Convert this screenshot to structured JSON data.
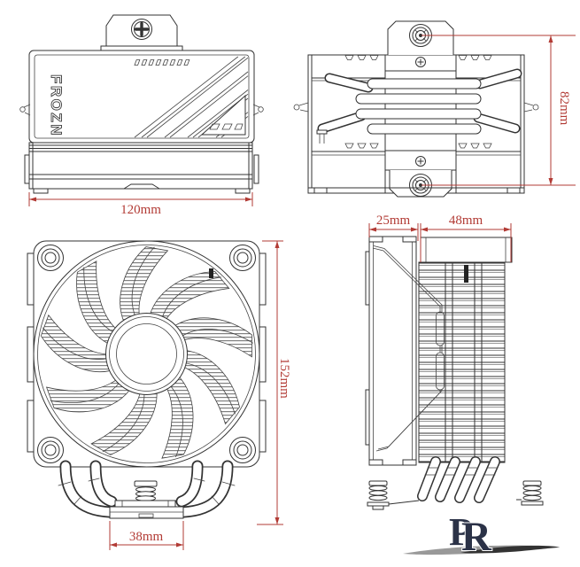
{
  "drawing": {
    "brand": "FROZN",
    "logo": {
      "p": "P",
      "r": "R"
    },
    "dimensions": {
      "width": "120mm",
      "depth": "82mm",
      "fan_thickness": "25mm",
      "fin_depth": "48mm",
      "height": "152mm",
      "base_width": "38mm"
    },
    "colors": {
      "line": "#333333",
      "dimension_red": "#b23b35",
      "logo_navy": "#2b3247",
      "background": "#ffffff"
    }
  }
}
